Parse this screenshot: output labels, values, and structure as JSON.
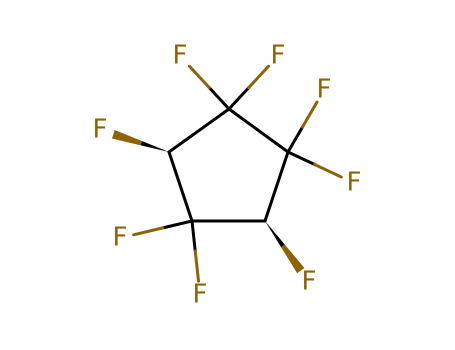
{
  "molecule": {
    "colors": {
      "bond": "#000000",
      "fluorine": "#8e6306",
      "background": "#ffffff"
    },
    "atoms": {
      "c_top": {
        "element": "C",
        "label": ""
      },
      "c_right": {
        "element": "C",
        "label": ""
      },
      "c_bottom_right": {
        "element": "C",
        "label": ""
      },
      "c_bottom_left": {
        "element": "C",
        "label": ""
      },
      "c_left": {
        "element": "C",
        "label": ""
      },
      "f_top_1": {
        "element": "F",
        "label": "F"
      },
      "f_top_2": {
        "element": "F",
        "label": "F"
      },
      "f_right_1": {
        "element": "F",
        "label": "F"
      },
      "f_right_2": {
        "element": "F",
        "label": "F"
      },
      "f_left_wedge": {
        "element": "F",
        "label": "F"
      },
      "f_bottom_left_1": {
        "element": "F",
        "label": "F"
      },
      "f_bottom_left_2": {
        "element": "F",
        "label": "F"
      },
      "f_bottom_right_wedge": {
        "element": "F",
        "label": "F"
      }
    },
    "bonds": [
      {
        "from": "c_top",
        "to": "c_right",
        "style": "single"
      },
      {
        "from": "c_right",
        "to": "c_bottom_right",
        "style": "single"
      },
      {
        "from": "c_bottom_right",
        "to": "c_bottom_left",
        "style": "single"
      },
      {
        "from": "c_bottom_left",
        "to": "c_left",
        "style": "single"
      },
      {
        "from": "c_left",
        "to": "c_top",
        "style": "single"
      },
      {
        "from": "c_top",
        "to": "f_top_1",
        "style": "single"
      },
      {
        "from": "c_top",
        "to": "f_top_2",
        "style": "single"
      },
      {
        "from": "c_right",
        "to": "f_right_1",
        "style": "single"
      },
      {
        "from": "c_right",
        "to": "f_right_2",
        "style": "single"
      },
      {
        "from": "c_left",
        "to": "f_left_wedge",
        "style": "wedge"
      },
      {
        "from": "c_bottom_left",
        "to": "f_bottom_left_1",
        "style": "single"
      },
      {
        "from": "c_bottom_left",
        "to": "f_bottom_left_2",
        "style": "single"
      },
      {
        "from": "c_bottom_right",
        "to": "f_bottom_right_wedge",
        "style": "wedge"
      }
    ]
  }
}
